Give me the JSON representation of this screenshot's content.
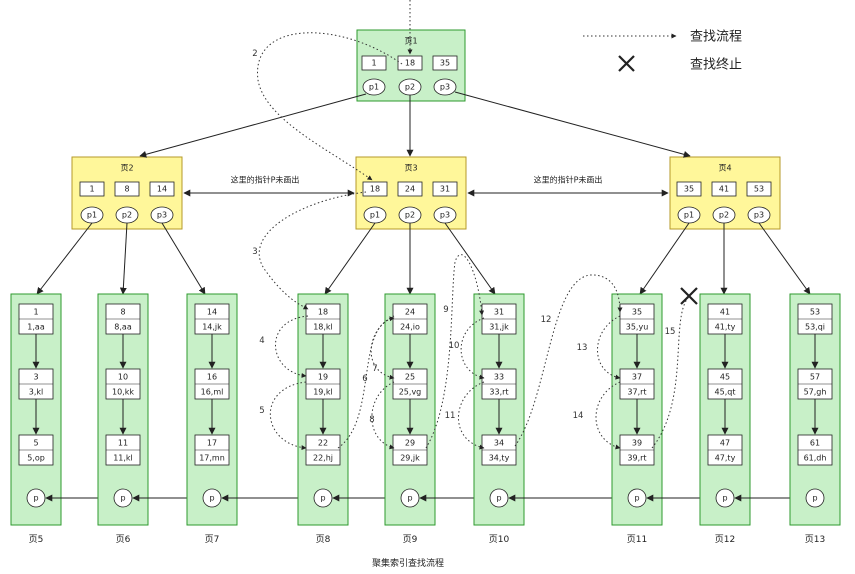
{
  "legend": {
    "search_flow": "查找流程",
    "search_stop": "查找终止"
  },
  "caption": "聚集索引查找流程",
  "pointer_notes": {
    "left": "这里的指针P未画出",
    "right": "这里的指针P未画出"
  },
  "root": {
    "title": "页1",
    "keys": [
      "1",
      "18",
      "35"
    ],
    "ptrs": [
      "p1",
      "p2",
      "p3"
    ]
  },
  "internal": [
    {
      "title": "页2",
      "keys": [
        "1",
        "8",
        "14"
      ],
      "ptrs": [
        "p1",
        "p2",
        "p3"
      ]
    },
    {
      "title": "页3",
      "keys": [
        "18",
        "24",
        "31"
      ],
      "ptrs": [
        "p1",
        "p2",
        "p3"
      ]
    },
    {
      "title": "页4",
      "keys": [
        "35",
        "41",
        "53"
      ],
      "ptrs": [
        "p1",
        "p2",
        "p3"
      ]
    }
  ],
  "leaves": [
    {
      "label": "页5",
      "records": [
        [
          "1",
          "1,aa"
        ],
        [
          "3",
          "3,kl"
        ],
        [
          "5",
          "5,op"
        ]
      ]
    },
    {
      "label": "页6",
      "records": [
        [
          "8",
          "8,aa"
        ],
        [
          "10",
          "10,kk"
        ],
        [
          "11",
          "11,kl"
        ]
      ]
    },
    {
      "label": "页7",
      "records": [
        [
          "14",
          "14,jk"
        ],
        [
          "16",
          "16,ml"
        ],
        [
          "17",
          "17,mn"
        ]
      ]
    },
    {
      "label": "页8",
      "records": [
        [
          "18",
          "18,kl"
        ],
        [
          "19",
          "19,kl"
        ],
        [
          "22",
          "22,hj"
        ]
      ]
    },
    {
      "label": "页9",
      "records": [
        [
          "24",
          "24,io"
        ],
        [
          "25",
          "25,vg"
        ],
        [
          "29",
          "29,jk"
        ]
      ]
    },
    {
      "label": "页10",
      "records": [
        [
          "31",
          "31,jk"
        ],
        [
          "33",
          "33,rt"
        ],
        [
          "34",
          "34,ty"
        ]
      ]
    },
    {
      "label": "页11",
      "records": [
        [
          "35",
          "35,yu"
        ],
        [
          "37",
          "37,rt"
        ],
        [
          "39",
          "39,rt"
        ]
      ]
    },
    {
      "label": "页12",
      "records": [
        [
          "41",
          "41,ty"
        ],
        [
          "45",
          "45,qt"
        ],
        [
          "47",
          "47,ty"
        ]
      ]
    },
    {
      "label": "页13",
      "records": [
        [
          "53",
          "53,qi"
        ],
        [
          "57",
          "57,gh"
        ],
        [
          "61",
          "61,dh"
        ]
      ]
    }
  ],
  "leaf_pointer": "p",
  "steps": [
    "2",
    "3",
    "4",
    "5",
    "6",
    "7",
    "8",
    "9",
    "10",
    "11",
    "12",
    "13",
    "14",
    "15"
  ],
  "colors": {
    "leaf_fill": "#c8f0c8",
    "leaf_stroke": "#2e9a2e",
    "internal_fill": "#fff79a",
    "internal_stroke": "#b49a2a",
    "arrow": "#222222"
  }
}
